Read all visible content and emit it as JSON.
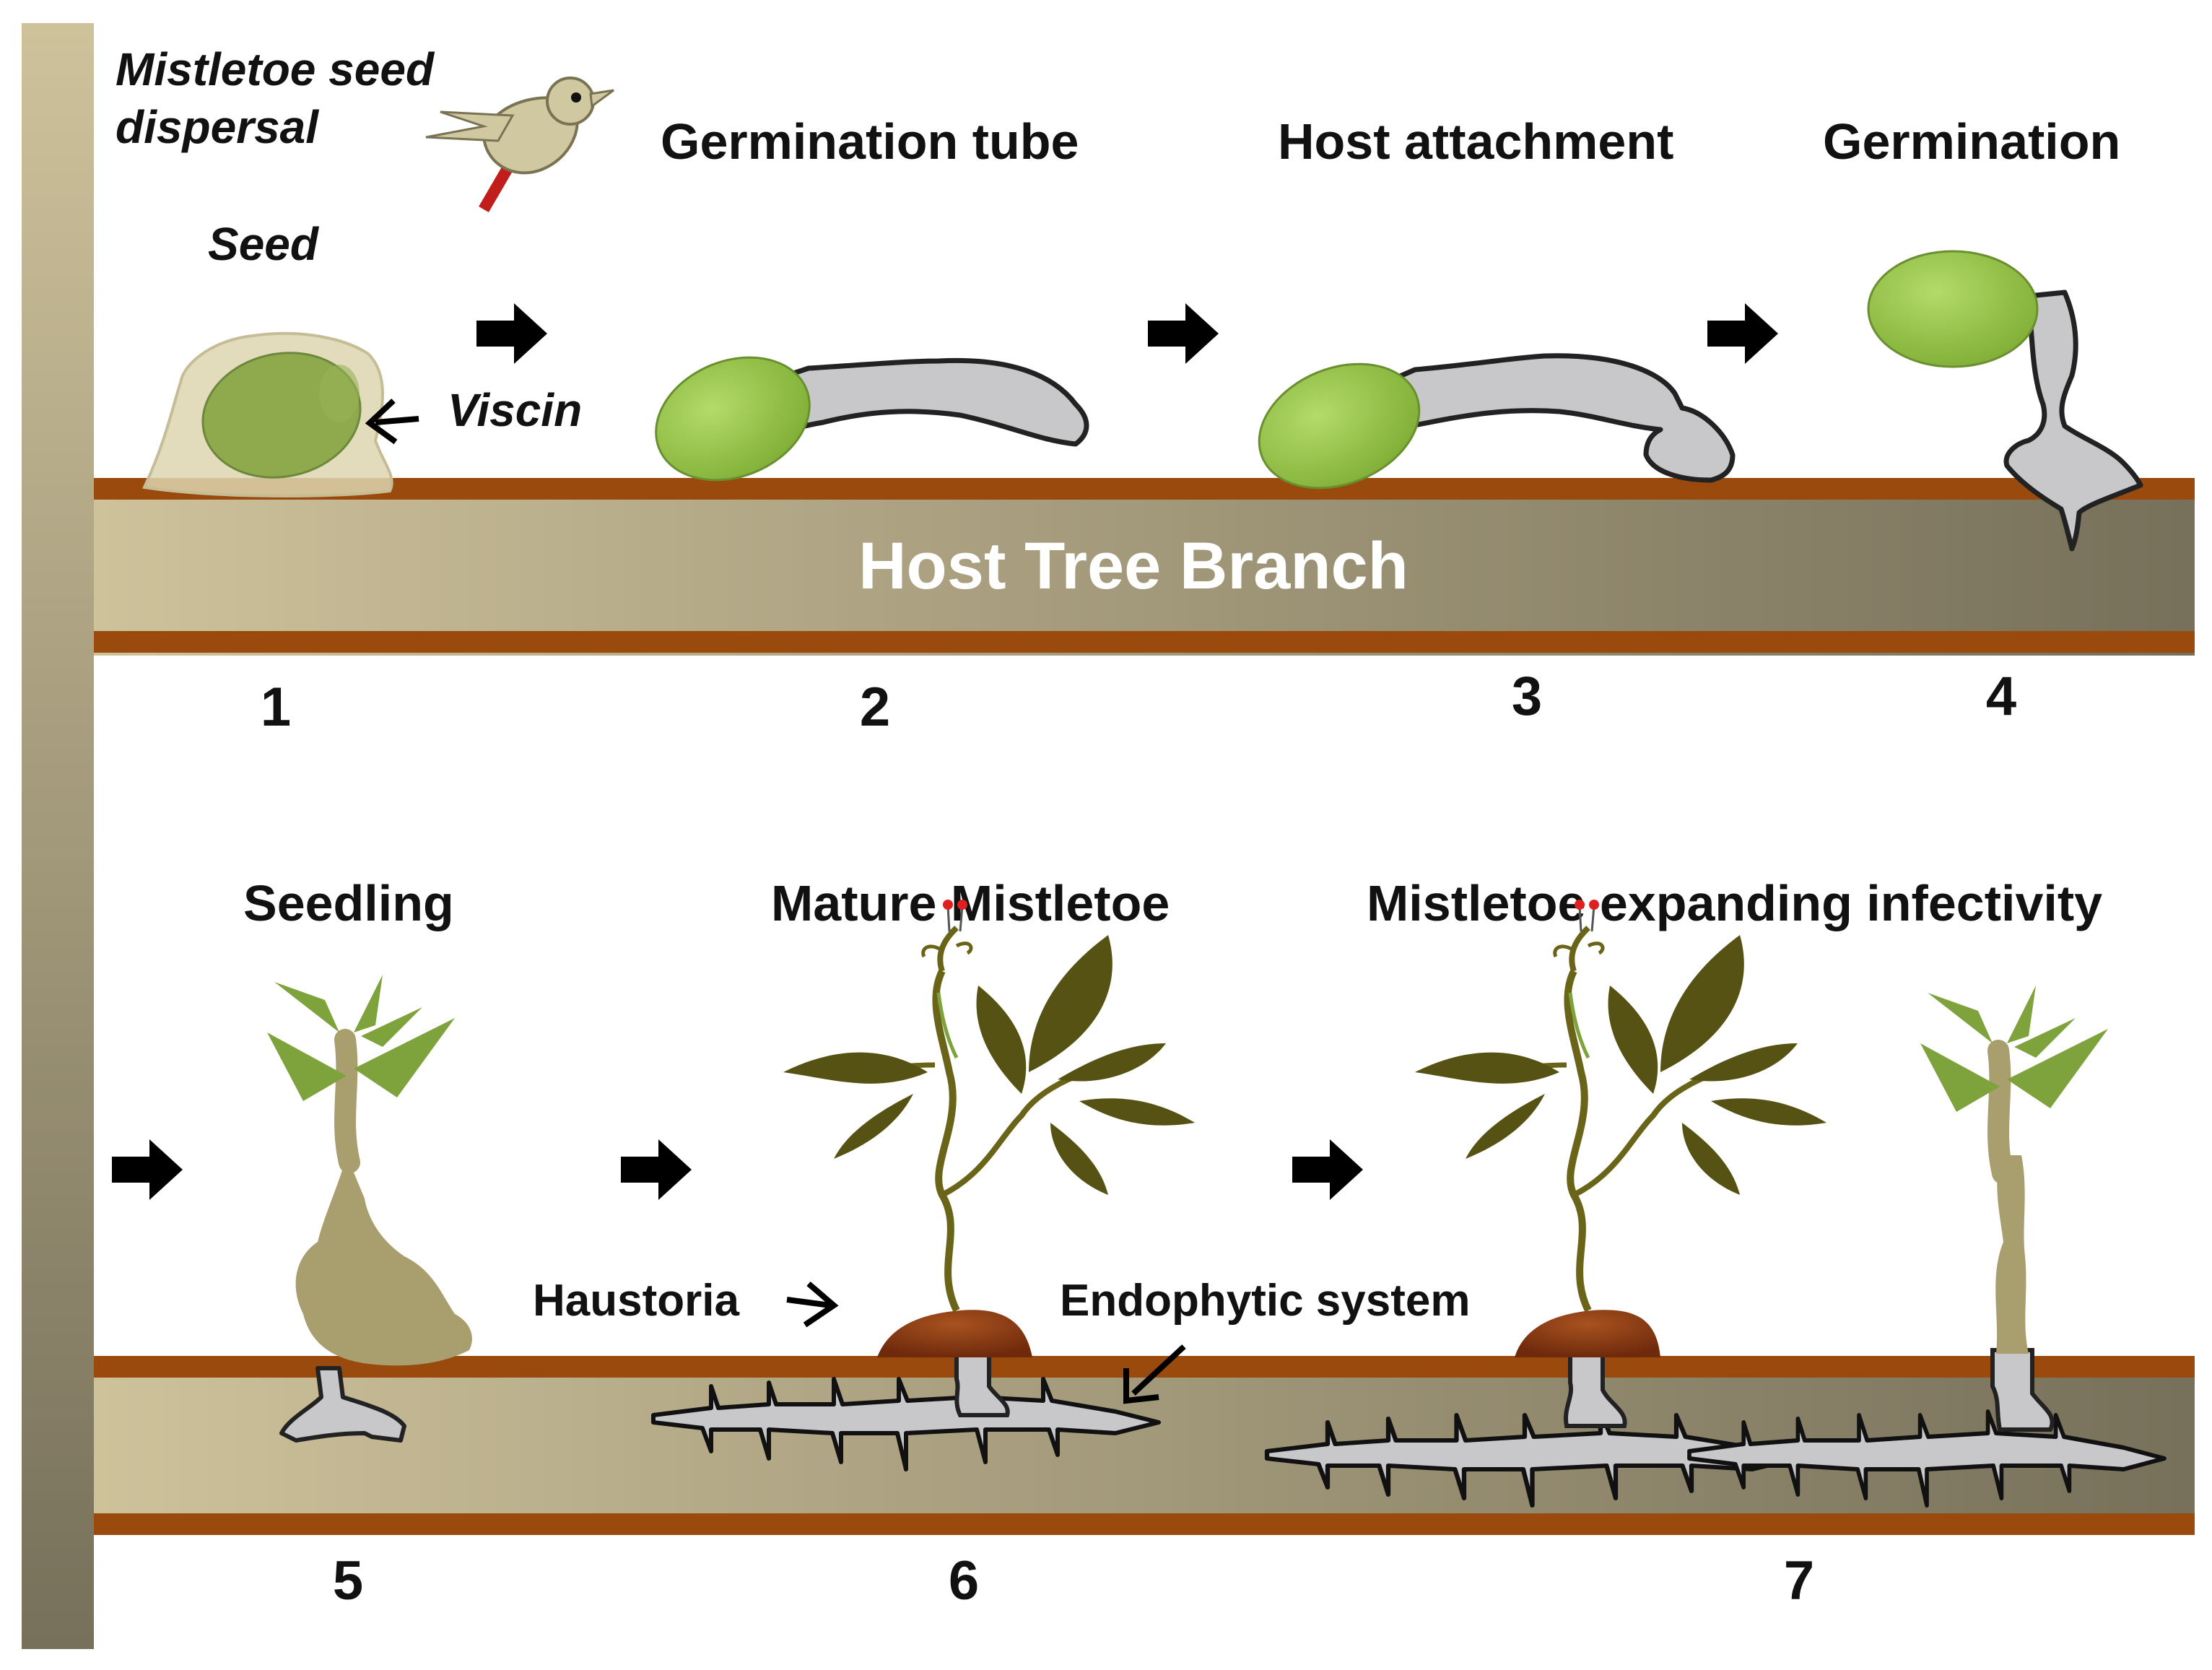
{
  "colors": {
    "bark_edge": "#9a4a0c",
    "branch_light": "#cec29b",
    "branch_dark": "#77705a",
    "seed_green": "#8fc043",
    "tube_gray": "#c8c8ca",
    "leaf_olive": "#555213",
    "leaf_light_green": "#7ea33c",
    "haustoria_red": "#8e3c17",
    "arrow": "#000000"
  },
  "labels": {
    "dispersal": "Mistletoe seed dispersal",
    "dispersal_line1": "Mistletoe seed",
    "dispersal_line2": "dispersal",
    "seed": "Seed",
    "viscin": "Viscin",
    "germination_tube": "Germination tube",
    "host_attachment": "Host attachment",
    "germination": "Germination",
    "host_tree_branch": "Host Tree Branch",
    "seedling": "Seedling",
    "mature_mistletoe": "Mature Mistletoe",
    "expanding_infectivity": "Mistletoe expanding infectivity",
    "haustoria": "Haustoria",
    "endophytic_system": "Endophytic system"
  },
  "steps": [
    "1",
    "2",
    "3",
    "4",
    "5",
    "6",
    "7"
  ],
  "icons": {
    "bird": "bird-icon",
    "step_arrow": "right-arrow-icon",
    "pointer": "pointer-arrow-icon"
  }
}
